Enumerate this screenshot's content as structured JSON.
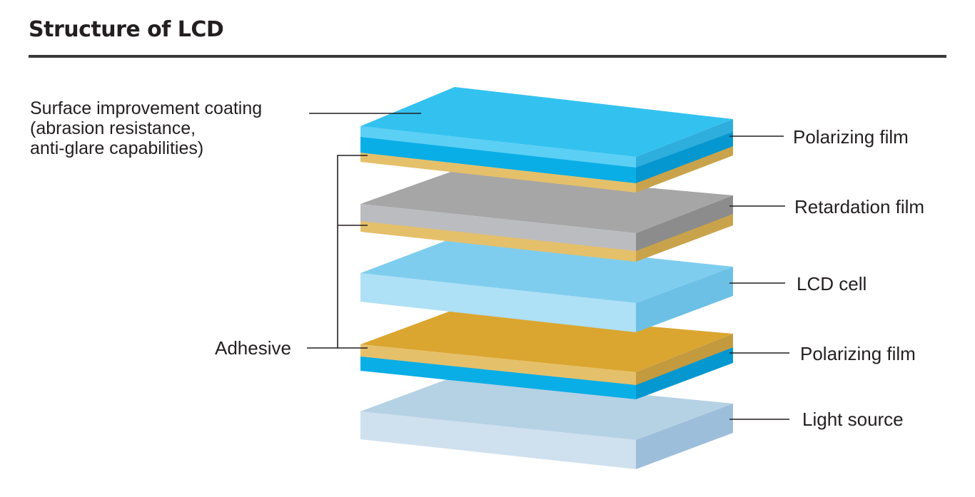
{
  "title": "Structure of LCD",
  "labels": {
    "surface_coating": [
      "Surface improvement coating",
      "(abrasion resistance,",
      "anti-glare capabilities)"
    ],
    "adhesive": "Adhesive",
    "polarizing_film_top": "Polarizing film",
    "retardation_film": "Retardation film",
    "lcd_cell": "LCD cell",
    "polarizing_film_bottom": "Polarizing film",
    "light_source": "Light source"
  },
  "colors": {
    "coating_top": "#33c2f0",
    "polarizer_blue": "#0aaee6",
    "adhesive": "#e5c06a",
    "retardation": "#a6a6a6",
    "lcd_cell": "#7fcdee",
    "polarizer_gold": "#daa630",
    "light_source": "#b5d1e4",
    "leader_line": "#231f20"
  }
}
